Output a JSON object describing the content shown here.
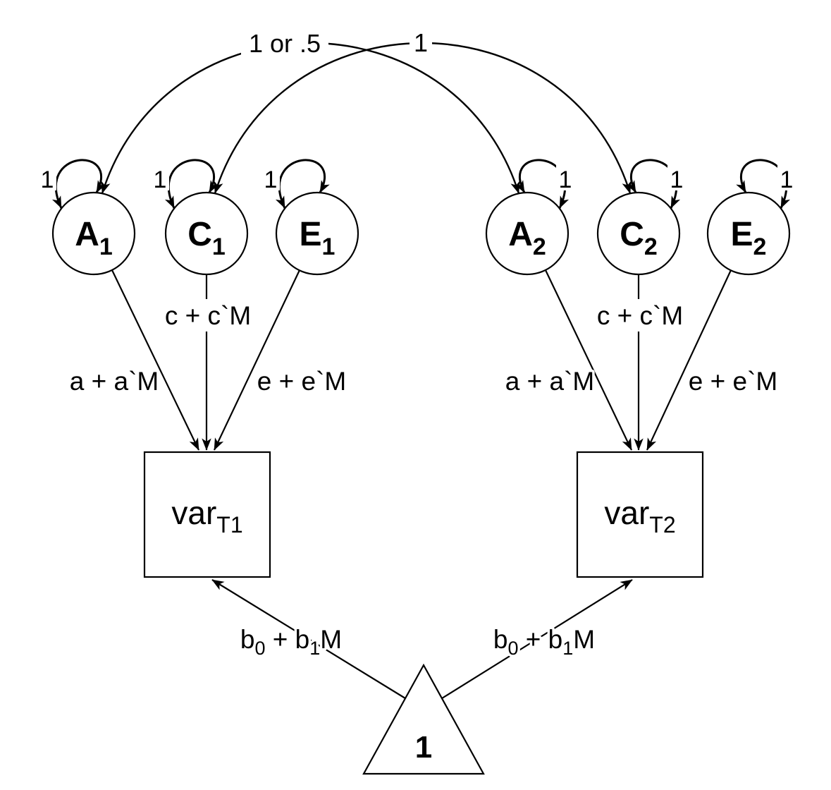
{
  "diagram": {
    "cov_labels": {
      "A": "1 or .5",
      "C": "1"
    },
    "latents": [
      {
        "id": "A1",
        "main": "A",
        "sub": "1",
        "loop": "1"
      },
      {
        "id": "C1",
        "main": "C",
        "sub": "1",
        "loop": "1"
      },
      {
        "id": "E1",
        "main": "E",
        "sub": "1",
        "loop": "1"
      },
      {
        "id": "A2",
        "main": "A",
        "sub": "2",
        "loop": "1"
      },
      {
        "id": "C2",
        "main": "C",
        "sub": "2",
        "loop": "1"
      },
      {
        "id": "E2",
        "main": "E",
        "sub": "2",
        "loop": "1"
      }
    ],
    "observed": [
      {
        "id": "varT1",
        "main": "var",
        "sub": "T1"
      },
      {
        "id": "varT2",
        "main": "var",
        "sub": "T2"
      }
    ],
    "constant": {
      "label": "1"
    },
    "path_labels": {
      "a1": "a + a`M",
      "c1": "c + c`M",
      "e1": "e + e`M",
      "a2": "a + a`M",
      "c2": "c + c`M",
      "e2": "e + e`M",
      "b1": {
        "pre": "b",
        "sub1": "0",
        "mid": " + b",
        "sub2": "1",
        "post": "M"
      },
      "b2": {
        "pre": "b",
        "sub1": "0",
        "mid": " + b",
        "sub2": "1",
        "post": "M"
      }
    }
  }
}
